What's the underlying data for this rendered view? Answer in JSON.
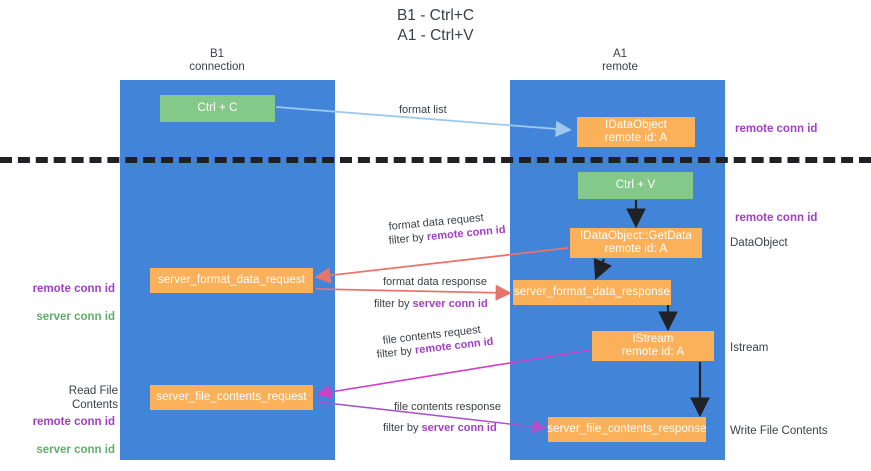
{
  "title": "B1 - Ctrl+C\nA1 - Ctrl+V",
  "columns": {
    "left": {
      "header": "B1\nconnection"
    },
    "right": {
      "header": "A1\nremote"
    }
  },
  "nodes": {
    "ctrl_c": "Ctrl + C",
    "ctrl_v": "Ctrl + V",
    "idataobject": "IDataObject\nremote id: A",
    "getdata": "IDataObject::GetData\nremote id: A",
    "istream": "IStream\nremote id: A",
    "server_format_data_request": "server_format_data_request",
    "server_format_data_response": "server_format_data_response",
    "server_file_contents_request": "server_file_contents_request",
    "server_file_contents_response": "server_file_contents_response"
  },
  "edges": {
    "format_list": "format list",
    "format_data_request": "format data request",
    "format_data_request_filter_prefix": "filter by ",
    "format_data_request_filter_key": "remote conn id",
    "format_data_response": "format data response",
    "format_data_response_filter_prefix": "filter by ",
    "format_data_response_filter_key": "server conn id",
    "file_contents_request": "file contents request",
    "file_contents_request_filter_prefix": "filter by ",
    "file_contents_request_filter_key": "remote conn id",
    "file_contents_response": "file contents response",
    "file_contents_response_filter_prefix": "filter by ",
    "file_contents_response_filter_key": "server conn id"
  },
  "annotations": {
    "remote_conn_id_top": "remote conn id",
    "remote_conn_id_mid": "remote conn id",
    "dataobject": "DataObject",
    "istream": "Istream",
    "write_file_contents": "Write File Contents",
    "read_file_contents": "Read File Contents",
    "left_remote_conn_id_1": "remote conn id",
    "left_server_conn_id_1": "server conn id",
    "left_remote_conn_id_2": "remote conn id",
    "left_server_conn_id_2": "server conn id"
  },
  "colors": {
    "lane": "#4285d8",
    "green_node": "#85c98a",
    "orange_node": "#fbb05a",
    "purple_text": "#a13fc4",
    "green_text": "#5fae6a",
    "arrow_blue": "#9dc9ef",
    "arrow_red": "#e8756b",
    "arrow_magenta": "#cf3fc4",
    "arrow_purple": "#a855c9",
    "divider": "#202124",
    "background": "#ffffff"
  }
}
